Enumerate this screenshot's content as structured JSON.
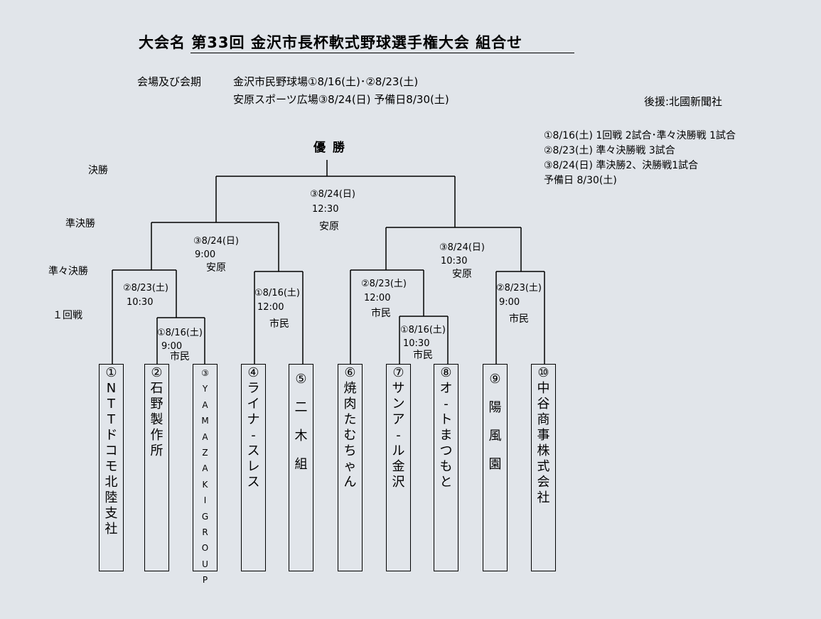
{
  "title": "大会名  第33回  金沢市長杯軟式野球選手権大会     組合せ",
  "venue": {
    "label": "会場及び会期",
    "line1": "金沢市民野球場①8/16(土)･②8/23(土)",
    "line2": "安原スポーツ広場③8/24(日)  予備日8/30(土)"
  },
  "sponsor": "後援:北國新聞社",
  "schedule": [
    "①8/16(土)   1回戦   2試合･準々決勝戦  1試合",
    "②8/23(土)   準々決勝戦   3試合",
    "③8/24(日)    準決勝2、決勝戦1試合",
    "予備日  8/30(土)"
  ],
  "champion": "優 勝",
  "rounds": {
    "final": "決勝",
    "semi": "準決勝",
    "quarter": "準々決勝",
    "first": "１回戦"
  },
  "matches": {
    "final": {
      "date": "③8/24(日)",
      "time": "12:30",
      "venue": "安原"
    },
    "semi_left": {
      "date": "③8/24(日)",
      "time": "9:00",
      "venue": "安原"
    },
    "semi_right": {
      "date": "③8/24(日)",
      "time": "10:30",
      "venue": "安原"
    },
    "qf1": {
      "date": "②8/23(土)",
      "time": "10:30"
    },
    "qf2": {
      "date": "①8/16(土)",
      "time": "12:00",
      "venue": "市民"
    },
    "qf3": {
      "date": "②8/23(土)",
      "time": "12:00",
      "venue": "市民"
    },
    "qf4": {
      "date": "②8/23(土)",
      "time": "9:00",
      "venue": "市民"
    },
    "r1a": {
      "date": "①8/16(土)",
      "time": "9:00",
      "venue": "市民"
    },
    "r1b": {
      "date": "①8/16(土)",
      "time": "10:30",
      "venue": "市民"
    }
  },
  "teams": [
    {
      "num": "①",
      "name": "NTTドコモ北陸支社"
    },
    {
      "num": "②",
      "name": "石野製作所"
    },
    {
      "num": "③",
      "name": "YAMAZAKIGROUP"
    },
    {
      "num": "④",
      "name": "ライナ-スレス"
    },
    {
      "num": "⑤",
      "name": "二木組"
    },
    {
      "num": "⑥",
      "name": "焼肉たむちゃん"
    },
    {
      "num": "⑦",
      "name": "サンア-ル金沢"
    },
    {
      "num": "⑧",
      "name": "オ-トまつもと"
    },
    {
      "num": "⑨",
      "name": "陽風園"
    },
    {
      "num": "⑩",
      "name": "中谷商事株式会社"
    }
  ]
}
